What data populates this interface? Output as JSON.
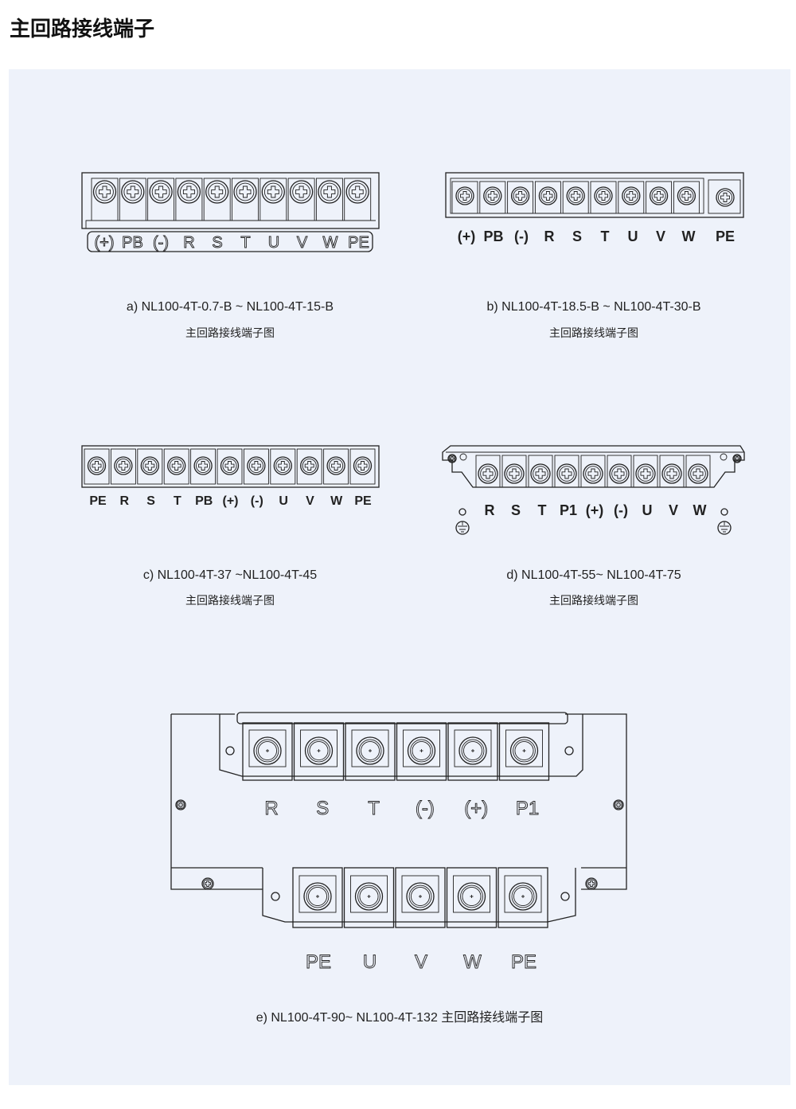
{
  "page_title": "主回路接线端子",
  "colors": {
    "panel": "#eef2fa",
    "line": "#222222"
  },
  "diagrams": {
    "a": {
      "labels": [
        "(+)",
        "PB",
        "(-)",
        "R",
        "S",
        "T",
        "U",
        "V",
        "W",
        "PE"
      ],
      "caption": "a) NL100-4T-0.7-B ~ NL100-4T-15-B",
      "subcaption": "主回路接线端子图"
    },
    "b": {
      "labels": [
        "(+)",
        "PB",
        "(-)",
        "R",
        "S",
        "T",
        "U",
        "V",
        "W",
        "PE"
      ],
      "caption": "b) NL100-4T-18.5-B ~ NL100-4T-30-B",
      "subcaption": "主回路接线端子图"
    },
    "c": {
      "labels": [
        "PE",
        "R",
        "S",
        "T",
        "PB",
        "(+)",
        "(-)",
        "U",
        "V",
        "W",
        "PE"
      ],
      "caption": "c) NL100-4T-37 ~NL100-4T-45",
      "subcaption": "主回路接线端子图"
    },
    "d": {
      "labels": [
        "R",
        "S",
        "T",
        "P1",
        "(+)",
        "(-)",
        "U",
        "V",
        "W"
      ],
      "caption": "d) NL100-4T-55~ NL100-4T-75",
      "subcaption": "主回路接线端子图"
    },
    "e": {
      "top_labels": [
        "R",
        "S",
        "T",
        "(-)",
        "(+)",
        "P1"
      ],
      "bottom_labels": [
        "PE",
        "U",
        "V",
        "W",
        "PE"
      ],
      "caption": "e) NL100-4T-90~ NL100-4T-132 主回路接线端子图"
    }
  }
}
